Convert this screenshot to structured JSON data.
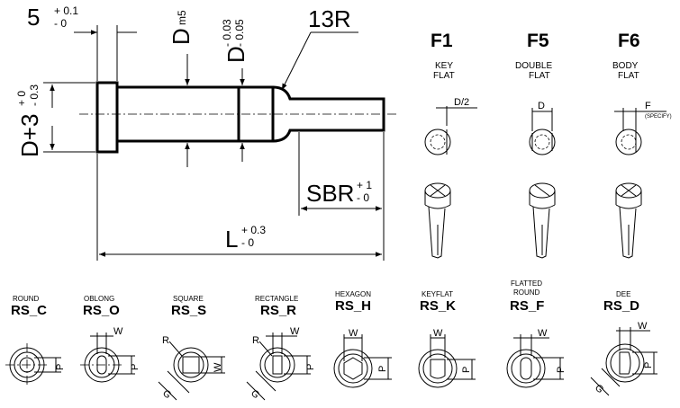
{
  "punch": {
    "dim_head_thk": "5",
    "dim_head_thk_tol_plus": "+ 0.1",
    "dim_head_thk_tol_minus": "- 0",
    "dim_shank": "D",
    "dim_shank_sub": "m5",
    "dim_point": "D",
    "dim_point_tol_plus": "- 0.03",
    "dim_point_tol_minus": "- 0.05",
    "dim_radius": "13R",
    "dim_head_dia": "D+3",
    "dim_head_dia_tol_plus": "+ 0",
    "dim_head_dia_tol_minus": "- 0.3",
    "dim_sbr": "SBR",
    "dim_sbr_tol_plus": "+ 1",
    "dim_sbr_tol_minus": "- 0",
    "dim_length": "L",
    "dim_length_tol_plus": "+ 0.3",
    "dim_length_tol_minus": "- 0"
  },
  "flats": [
    {
      "code": "F1",
      "line1": "KEY",
      "line2": "FLAT",
      "dim": "D/2",
      "note": ""
    },
    {
      "code": "F5",
      "line1": "DOUBLE",
      "line2": "FLAT",
      "dim": "D",
      "note": ""
    },
    {
      "code": "F6",
      "line1": "BODY",
      "line2": "FLAT",
      "dim": "F",
      "note": "(SPECIFY)"
    }
  ],
  "shapes": [
    {
      "caption": "ROUND",
      "caption2": "",
      "code": "RS_C",
      "dims": [
        "P"
      ]
    },
    {
      "caption": "OBLONG",
      "caption2": "",
      "code": "RS_O",
      "dims": [
        "W",
        "P"
      ]
    },
    {
      "caption": "SQUARE",
      "caption2": "",
      "code": "RS_S",
      "dims": [
        "R",
        "W",
        "G"
      ]
    },
    {
      "caption": "RECTANGLE",
      "caption2": "",
      "code": "RS_R",
      "dims": [
        "R",
        "W",
        "P",
        "G"
      ]
    },
    {
      "caption": "HEXAGON",
      "caption2": "",
      "code": "RS_H",
      "dims": [
        "W",
        "P"
      ]
    },
    {
      "caption": "KEYFLAT",
      "caption2": "",
      "code": "RS_K",
      "dims": [
        "W",
        "P"
      ]
    },
    {
      "caption": "FLATTED",
      "caption2": "ROUND",
      "code": "RS_F",
      "dims": [
        "W",
        "P"
      ]
    },
    {
      "caption": "DEE",
      "caption2": "",
      "code": "RS_D",
      "dims": [
        "W",
        "P",
        "G"
      ]
    }
  ]
}
